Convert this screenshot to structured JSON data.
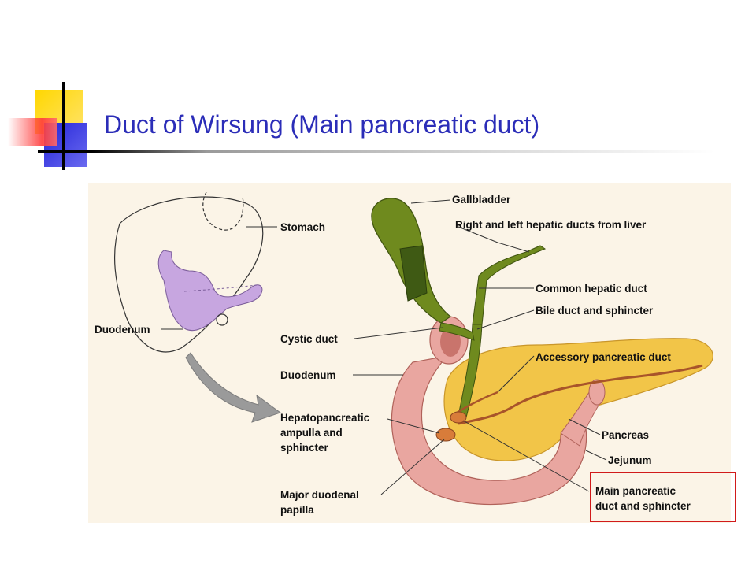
{
  "slide": {
    "title": "Duct of  Wirsung (Main pancreatic duct)"
  },
  "figure": {
    "labels": {
      "stomach": "Stomach",
      "duodenum_overview": "Duodenum",
      "gallbladder": "Gallbladder",
      "hepatic_ducts": "Right and left hepatic ducts from liver",
      "common_hepatic_duct": "Common hepatic duct",
      "bile_duct": "Bile duct and sphincter",
      "cystic_duct": "Cystic duct",
      "accessory_duct": "Accessory pancreatic duct",
      "duodenum": "Duodenum",
      "ampulla_1": "Hepatopancreatic",
      "ampulla_2": "ampulla and",
      "ampulla_3": "sphincter",
      "pancreas": "Pancreas",
      "jejunum": "Jejunum",
      "papilla_1": "Major duodenal",
      "papilla_2": "papilla",
      "main_duct_1": "Main pancreatic",
      "main_duct_2": "duct and sphincter"
    }
  },
  "colors": {
    "title": "#2b2db8",
    "highlight_box": "#d11a1a",
    "figure_background": "#fbf4e7",
    "pancreas": "#f2c548",
    "duodenum": "#e9a6a0",
    "gallbladder": "#6f8a1e",
    "overview_duodenum": "#c7a6e0"
  }
}
